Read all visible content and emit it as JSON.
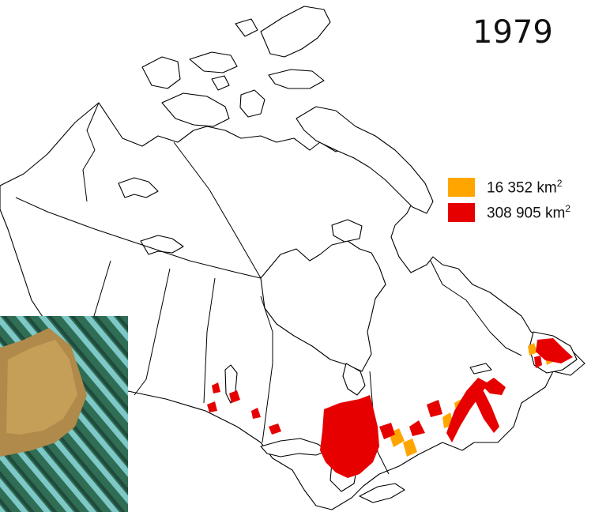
{
  "title": {
    "year": "1979"
  },
  "legend": {
    "items": [
      {
        "value": "16 352",
        "unit": "km",
        "exp": "2",
        "color": "#FFA500"
      },
      {
        "value": "308 905",
        "unit": "km",
        "exp": "2",
        "color": "#E60000"
      }
    ]
  },
  "colors": {
    "land_fill": "#ffffff",
    "outline": "#000000",
    "orange": "#FFA500",
    "red": "#E60000"
  },
  "icons": {
    "inset": "satellite-image-inset"
  }
}
